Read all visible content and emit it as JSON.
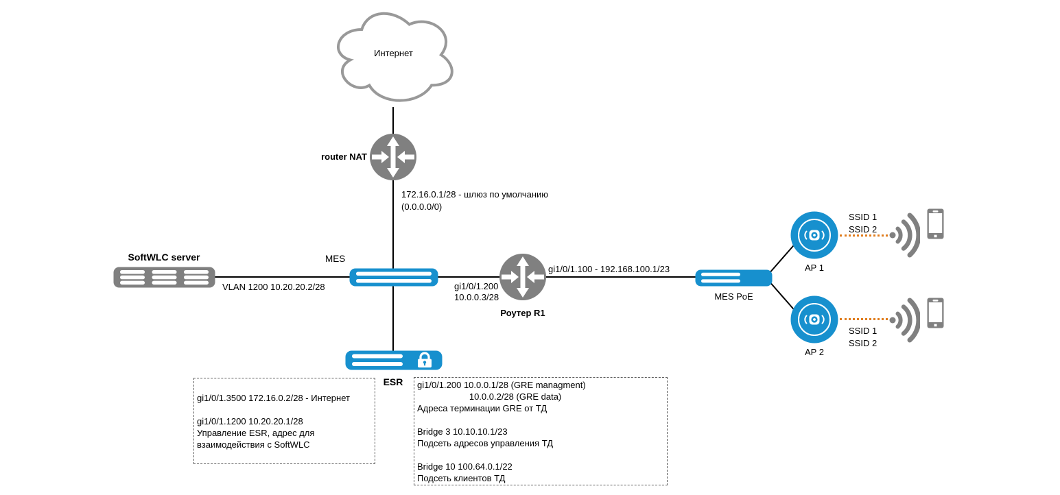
{
  "colors": {
    "device_blue": "#1790CE",
    "device_gray": "#808080",
    "cloud_stroke_gray": "#999999",
    "wire_black": "#000000",
    "ssid_dotted_orange": "#E07C1D"
  },
  "nodes": {
    "internet": {
      "label": "Интернет"
    },
    "router_nat": {
      "label": "router NAT"
    },
    "softwlc_server": {
      "label": "SoftWLC server"
    },
    "mes": {
      "label": "MES"
    },
    "router_r1": {
      "label": "Роутер R1"
    },
    "mes_poe": {
      "label": "MES PoE"
    },
    "ap1": {
      "label": "AP 1"
    },
    "ap2": {
      "label": "AP 2"
    },
    "esr": {
      "label": "ESR"
    }
  },
  "links": {
    "nat_gateway": {
      "line1": "172.16.0.1/28 - шлюз по умолчанию",
      "line2": "(0.0.0.0/0)"
    },
    "server_mes": {
      "label": "VLAN 1200 10.20.20.2/28"
    },
    "mes_r1": {
      "line1": "gi1/0/1.200",
      "line2": "10.0.0.3/28"
    },
    "r1_mes_poe": {
      "label": "gi1/0/1.100 - 192.168.100.1/23"
    }
  },
  "wireless": {
    "ap1": {
      "ssid1": "SSID 1",
      "ssid2": "SSID 2"
    },
    "ap2": {
      "ssid1": "SSID 1",
      "ssid2": "SSID 2"
    }
  },
  "notes": {
    "esr_config": {
      "lines": [
        "gi1/0/1.3500 172.16.0.2/28 - Интернет",
        "",
        "gi1/0/1.1200 10.20.20.1/28",
        "Управление ESR, адрес для",
        "взаимодействия с SoftWLC"
      ]
    },
    "r1_config": {
      "lines": [
        "gi1/0/1.200 10.0.0.1/28 (GRE managment)",
        "                     10.0.0.2/28 (GRE data)",
        "Адреса терминации GRE от ТД",
        "",
        "Bridge 3 10.10.10.1/23",
        "Подсеть адресов управления ТД",
        "",
        "Bridge 10 100.64.0.1/22",
        "Подсеть клиентов ТД"
      ]
    }
  }
}
